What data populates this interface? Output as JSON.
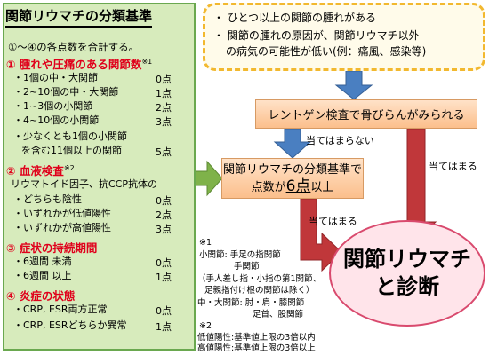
{
  "criteria": {
    "title": "関節リウマチの分類基準",
    "intro": "①～④の各点数を合計する。",
    "sec1": {
      "title": "① 腫れや圧痛のある関節数",
      "mark": "※1",
      "rows": [
        {
          "label": "・1個の中・大関節",
          "points": "0点"
        },
        {
          "label": "・2~10個の中・大関節",
          "points": "1点"
        },
        {
          "label": "・1~3個の小関節",
          "points": "2点"
        },
        {
          "label": "・4~10個の小関節",
          "points": "3点"
        }
      ],
      "last_line1": "・少なくとも1個の小関節",
      "last_line2": "を含む11個以上の関節",
      "last_points": "5点"
    },
    "sec2": {
      "title": "② 血液検査",
      "mark": "※2",
      "subtitle": "リウマトイド因子、抗CCP抗体の",
      "rows": [
        {
          "label": "・どちらも陰性",
          "points": "0点"
        },
        {
          "label": "・いずれかが低値陽性",
          "points": "2点"
        },
        {
          "label": "・いずれかが高値陽性",
          "points": "3点"
        }
      ]
    },
    "sec3": {
      "title": "③ 症状の持続期間",
      "rows": [
        {
          "label": "・6週間 未満",
          "points": "0点"
        },
        {
          "label": "・6週間 以上",
          "points": "1点"
        }
      ]
    },
    "sec4": {
      "title": "④ 炎症の状態",
      "rows": [
        {
          "label": "・CRP, ESR両方正常",
          "points": "0点"
        },
        {
          "label": "・CRP, ESRどちらか異常",
          "points": "1点"
        }
      ]
    }
  },
  "conditions": {
    "line1": "・ ひとつ以上の関節の腫れがある",
    "line2": "・ 関節の腫れの原因が、関節リウマチ以外",
    "line3": "の病気の可能性が低い(例：痛風、感染等)"
  },
  "xray": "レントゲン検査で骨びらんがみられる",
  "score_box": {
    "line1": "関節リウマチの分類基準で",
    "prefix": "点数が",
    "number": "6点",
    "suffix": "以上"
  },
  "labels": {
    "not_applicable": "当てはまらない",
    "applicable_right": "当てはまる",
    "applicable_bottom": "当てはまる"
  },
  "diagnosis": {
    "line1": "関節リウマチ",
    "line2": "と診断"
  },
  "notes": {
    "n1_mark": "※1",
    "n1_l1": "小関節:  手足の指関節",
    "n1_l2": "手関節",
    "n1_l3": "（手人差し指・小指の第1関節、",
    "n1_l4": "足親指付け根の関節は除く）",
    "n1_l5": "中・大関節:  肘・肩・膝関節",
    "n1_l6": "足首、股関節",
    "n2_mark": "※2",
    "n2_l1": "低値陽性:基準値上限の3倍以内",
    "n2_l2": "高値陽性:基準値上限の3倍以上"
  },
  "colors": {
    "panel_bg": "#d7ebbc",
    "section_red": "#e0001b",
    "flow_blue": "#4a7fc1",
    "flow_red": "#c0373a",
    "flow_green": "#7fb24a",
    "dashed": "#f2b82f"
  }
}
